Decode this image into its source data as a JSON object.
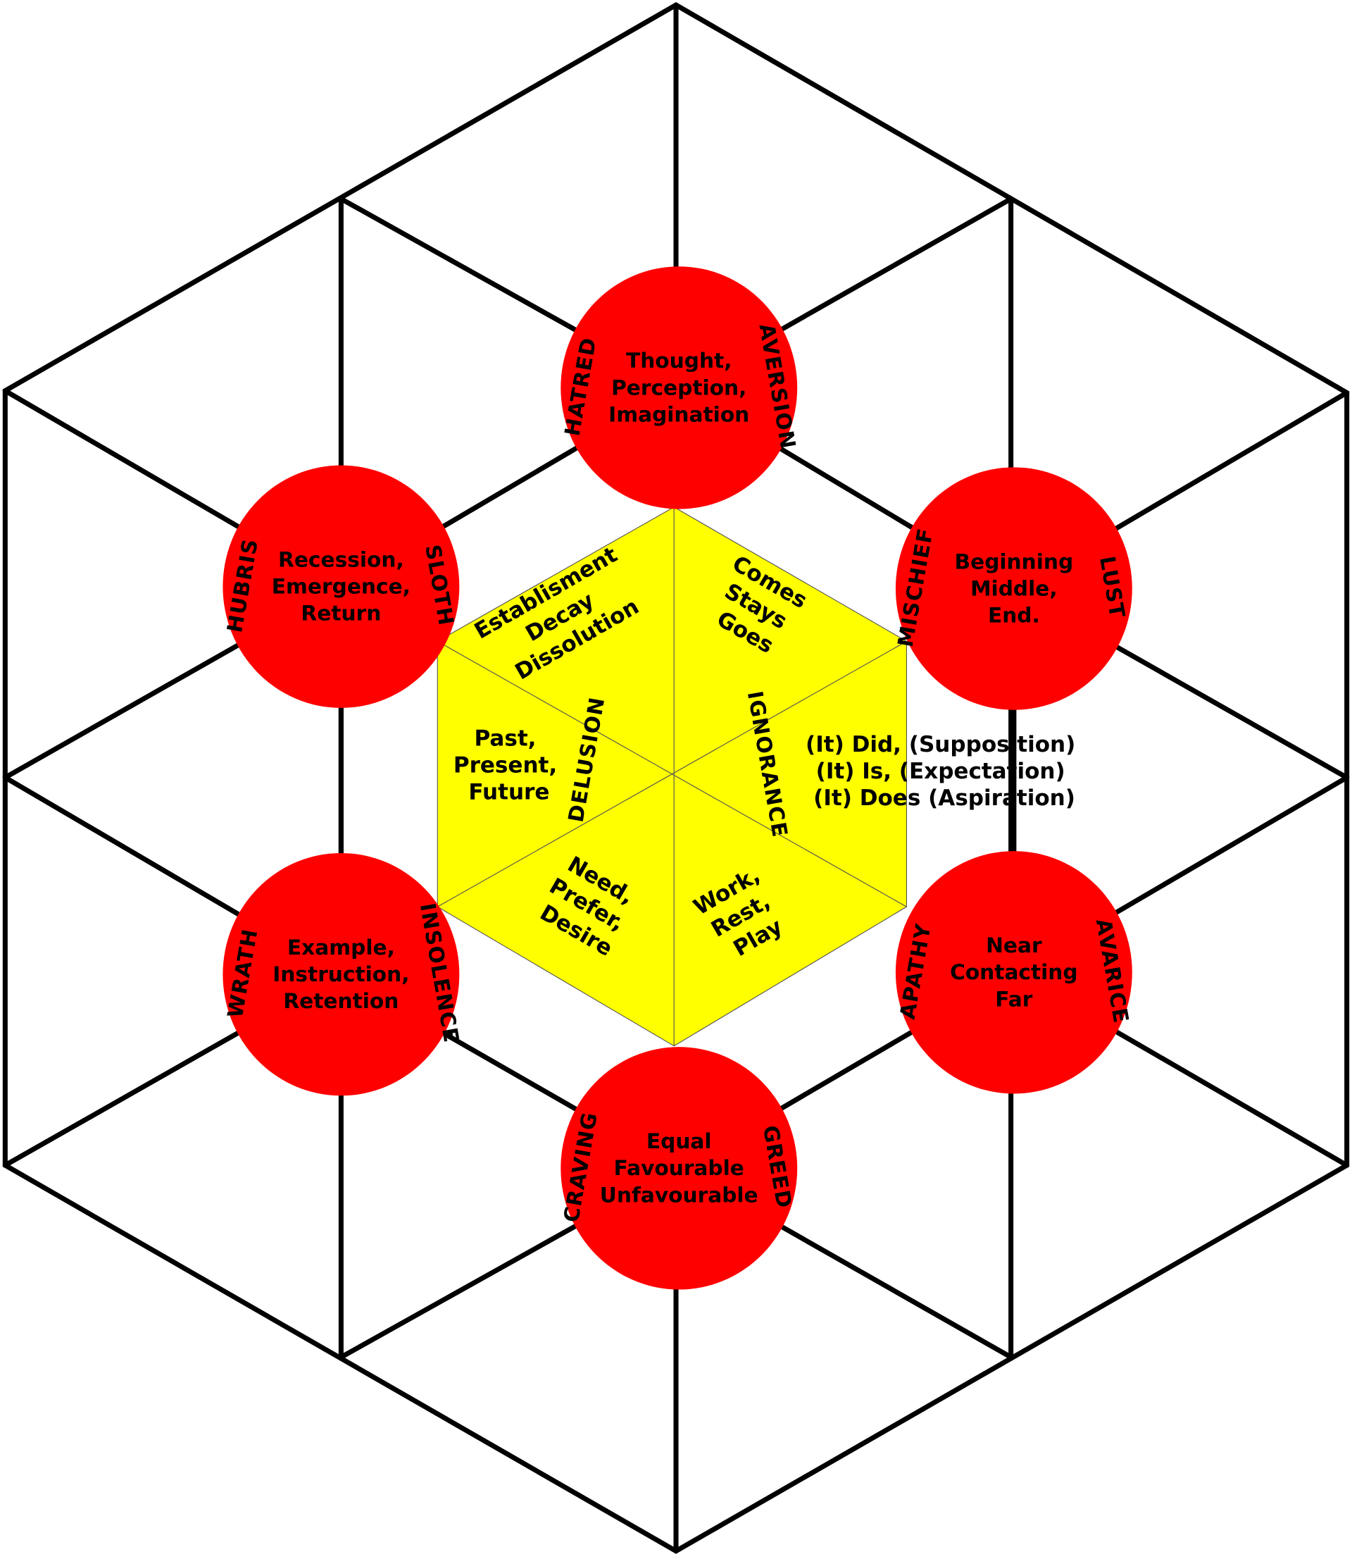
{
  "colors": {
    "circle": "#ff0000",
    "center": "#ffff00",
    "lines": "#000000",
    "background": "#ffffff"
  },
  "circles": [
    {
      "id": "top",
      "left": "HATRED",
      "right": "AVERSION",
      "lines": [
        "Thought,",
        "Perception,",
        "Imagination"
      ]
    },
    {
      "id": "upper-left",
      "left": "HUBRIS",
      "right": "SLOTH",
      "lines": [
        "Recession,",
        "Emergence,",
        "Return"
      ]
    },
    {
      "id": "upper-right",
      "left": "MISCHIEF",
      "right": "LUST",
      "lines": [
        "Beginning",
        "Middle,",
        "End."
      ]
    },
    {
      "id": "lower-left",
      "left": "WRATH",
      "right": "INSOLENCE",
      "lines": [
        "Example,",
        "Instruction,",
        "Retention"
      ]
    },
    {
      "id": "lower-right",
      "left": "APATHY",
      "right": "AVARICE",
      "lines": [
        "Near",
        "Contacting",
        "Far"
      ]
    },
    {
      "id": "bottom",
      "left": "CRAVING",
      "right": "GREED",
      "lines": [
        "Equal",
        "Favourable",
        "Unfavourable"
      ]
    }
  ],
  "center": {
    "upper_left": [
      "Establisment",
      "Decay",
      "Dissolution"
    ],
    "upper_right": [
      "Comes",
      "Stays",
      "Goes"
    ],
    "left": [
      "Past,",
      "Present,",
      "Future"
    ],
    "right": [
      "(It) Did, (Supposition)",
      "(It) Is, (Expectation)",
      "(It) Does (Aspiration)"
    ],
    "lower_left": [
      "Need,",
      "Prefer,",
      "Desire"
    ],
    "lower_right": [
      "Work,",
      "Rest,",
      "Play"
    ],
    "left_arc": "DELUSION",
    "right_arc": "IGNORANCE"
  }
}
